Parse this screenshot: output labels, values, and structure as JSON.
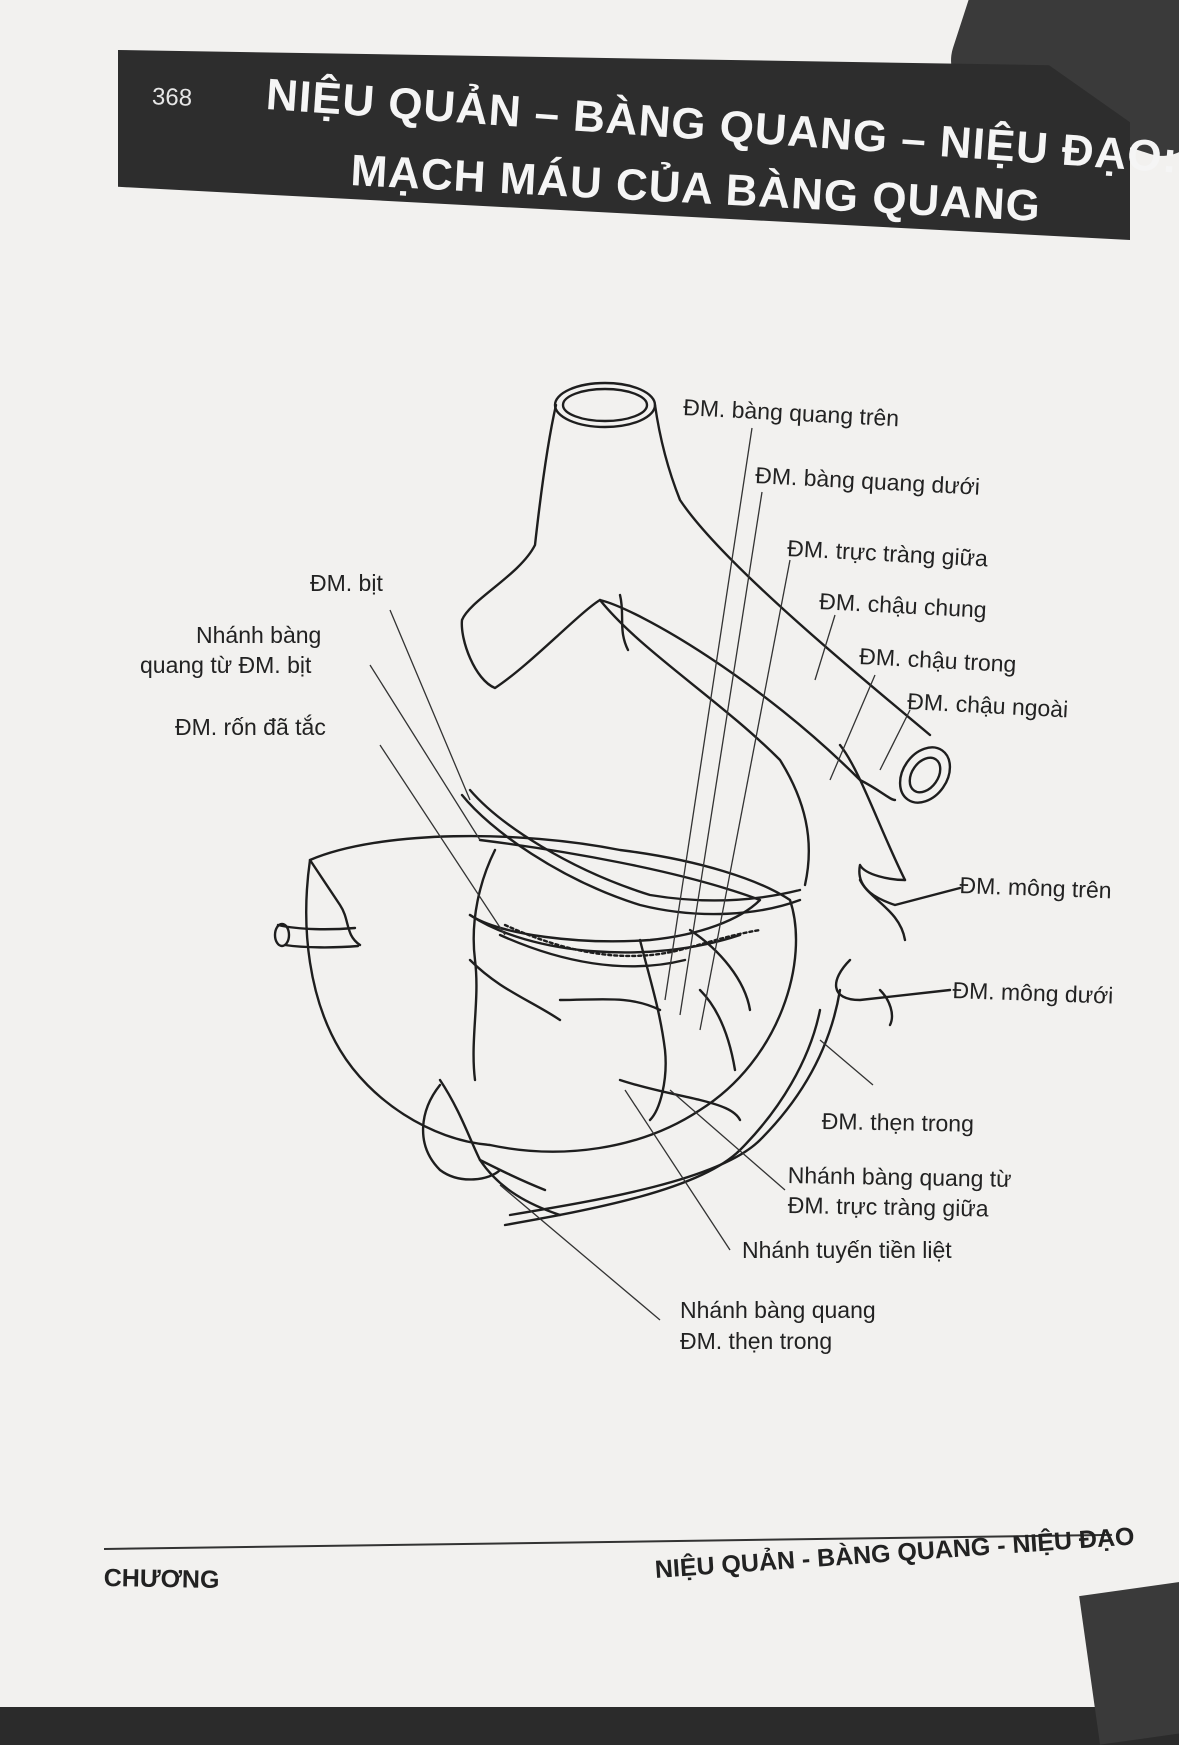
{
  "header": {
    "page_number": "368",
    "title_line1": "NIỆU QUẢN – BÀNG QUANG – NIỆU ĐẠO:",
    "title_line2": "MẠCH MÁU CỦA BÀNG QUANG"
  },
  "labels": {
    "dm_bang_quang_tren": "ĐM. bàng quang trên",
    "dm_bang_quang_duoi": "ĐM. bàng quang dưới",
    "dm_truc_trang_giua": "ĐM. trực tràng giữa",
    "dm_chau_chung": "ĐM. chậu chung",
    "dm_chau_trong": "ĐM. chậu trong",
    "dm_chau_ngoai": "ĐM. chậu ngoài",
    "dm_bit": "ĐM. bịt",
    "nhanh_bang_quang_tu_dm_bit_1": "Nhánh bàng",
    "nhanh_bang_quang_tu_dm_bit_2": "quang từ ĐM. bịt",
    "dm_ron_da_tac": "ĐM. rốn đã tắc",
    "dm_mong_tren": "ĐM. mông trên",
    "dm_mong_duoi": "ĐM. mông dưới",
    "dm_then_trong": "ĐM. thẹn trong",
    "nhanh_bq_truc_trang_1": "Nhánh bàng quang từ",
    "nhanh_bq_truc_trang_2": "ĐM. trực tràng giữa",
    "nhanh_tuyen_tien_liet": "Nhánh tuyến tiền liệt",
    "nhanh_bq_then_trong_1": "Nhánh bàng quang",
    "nhanh_bq_then_trong_2": "ĐM. thẹn trong"
  },
  "footer": {
    "left": "CHƯƠNG",
    "right": "NIỆU QUẢN - BÀNG QUANG - NIỆU ĐẠO"
  }
}
